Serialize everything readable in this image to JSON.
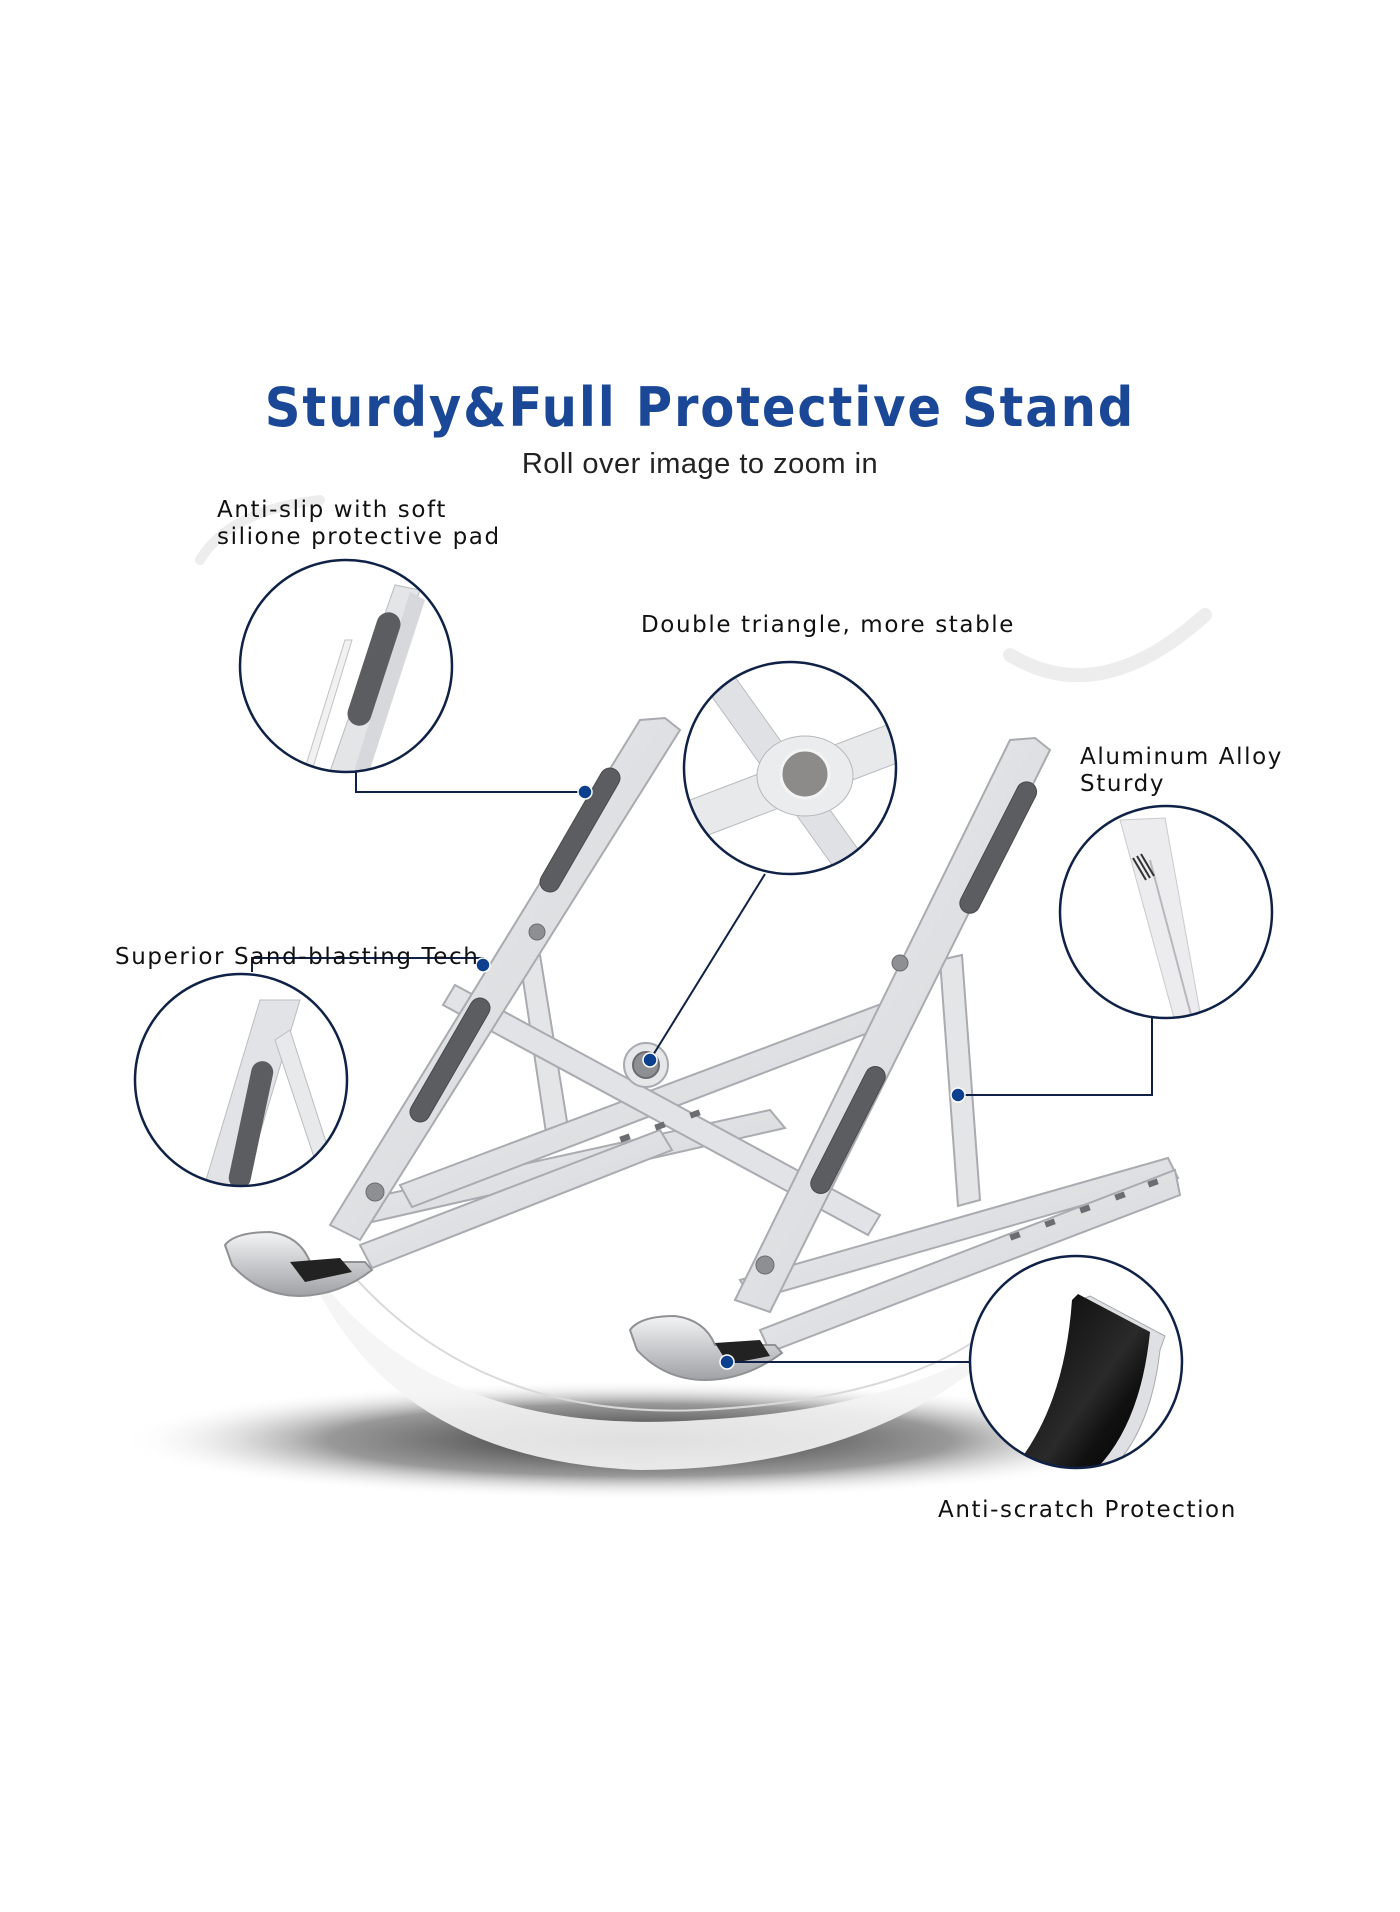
{
  "header": {
    "title": "Sturdy&Full Protective Stand",
    "subtitle": "Roll over image to zoom in"
  },
  "callouts": [
    {
      "id": "anti-slip",
      "line1": "Anti-slip with soft",
      "line2": "silione protective pad"
    },
    {
      "id": "double-triangle",
      "line1": "Double triangle, more stable"
    },
    {
      "id": "aluminum",
      "line1": "Aluminum Alloy",
      "line2": "Sturdy"
    },
    {
      "id": "sand-blasting",
      "line1": "Superior Sand-blasting Tech"
    },
    {
      "id": "anti-scratch",
      "line1": "Anti-scratch Protection"
    }
  ],
  "colors": {
    "title": "#1b4797",
    "callout_line": "#0f2146",
    "callout_dot": "#0d3f8f",
    "aluminum": "#dcdde0",
    "aluminum_edge": "#a9abb0",
    "pad": "#5c5d60"
  }
}
